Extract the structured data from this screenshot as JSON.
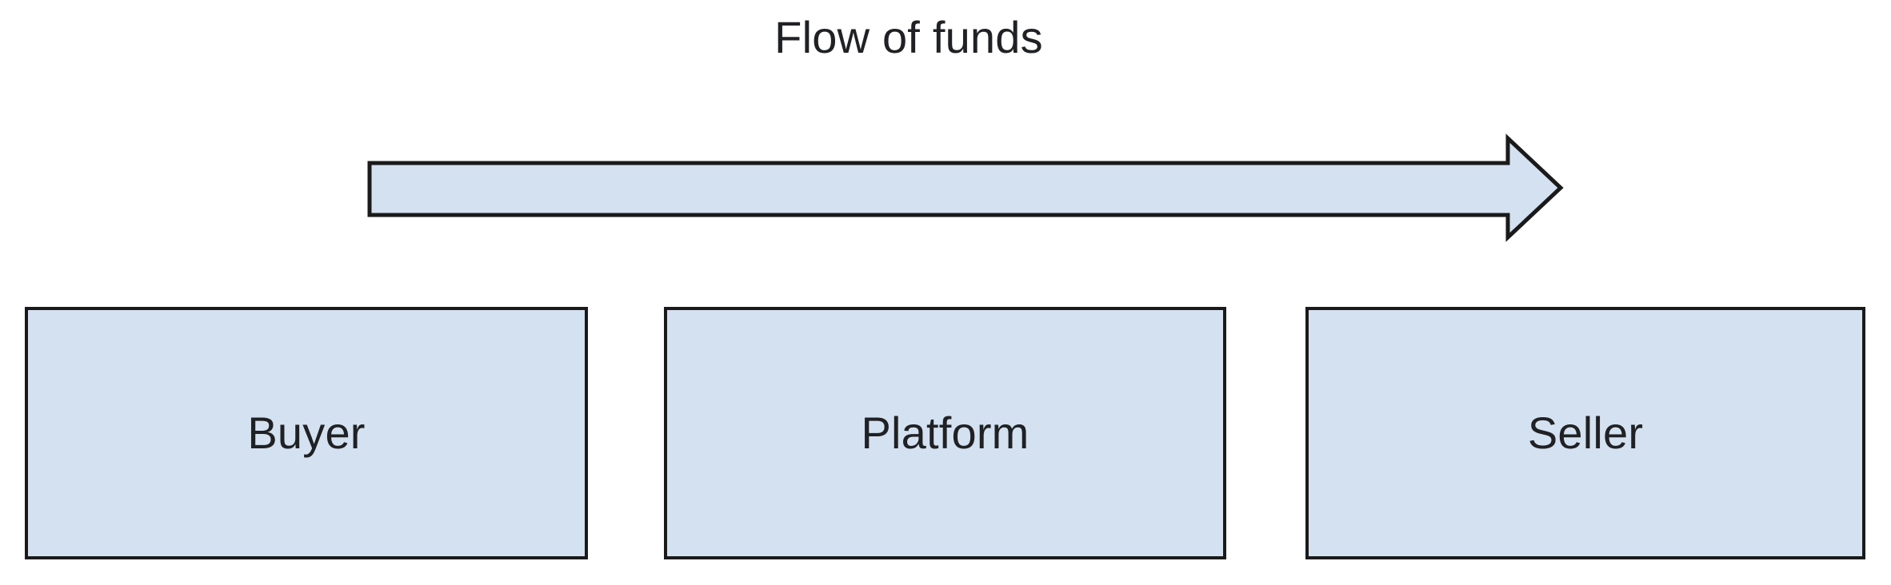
{
  "diagram": {
    "title": "Flow of funds",
    "type": "flow-diagram",
    "background_color": "#ffffff",
    "shape_fill_color": "#d4e1f0",
    "shape_stroke_color": "#1a1a1a",
    "text_color": "#202124",
    "arrow": {
      "name": "flow-of-funds-arrow",
      "direction": "right",
      "label": "Flow of funds",
      "from": "Buyer",
      "to": "Seller",
      "fill_color": "#d4e1f0",
      "stroke_color": "#1a1a1a"
    },
    "nodes": [
      {
        "id": "buyer",
        "label": "Buyer"
      },
      {
        "id": "platform",
        "label": "Platform"
      },
      {
        "id": "seller",
        "label": "Seller"
      }
    ]
  }
}
